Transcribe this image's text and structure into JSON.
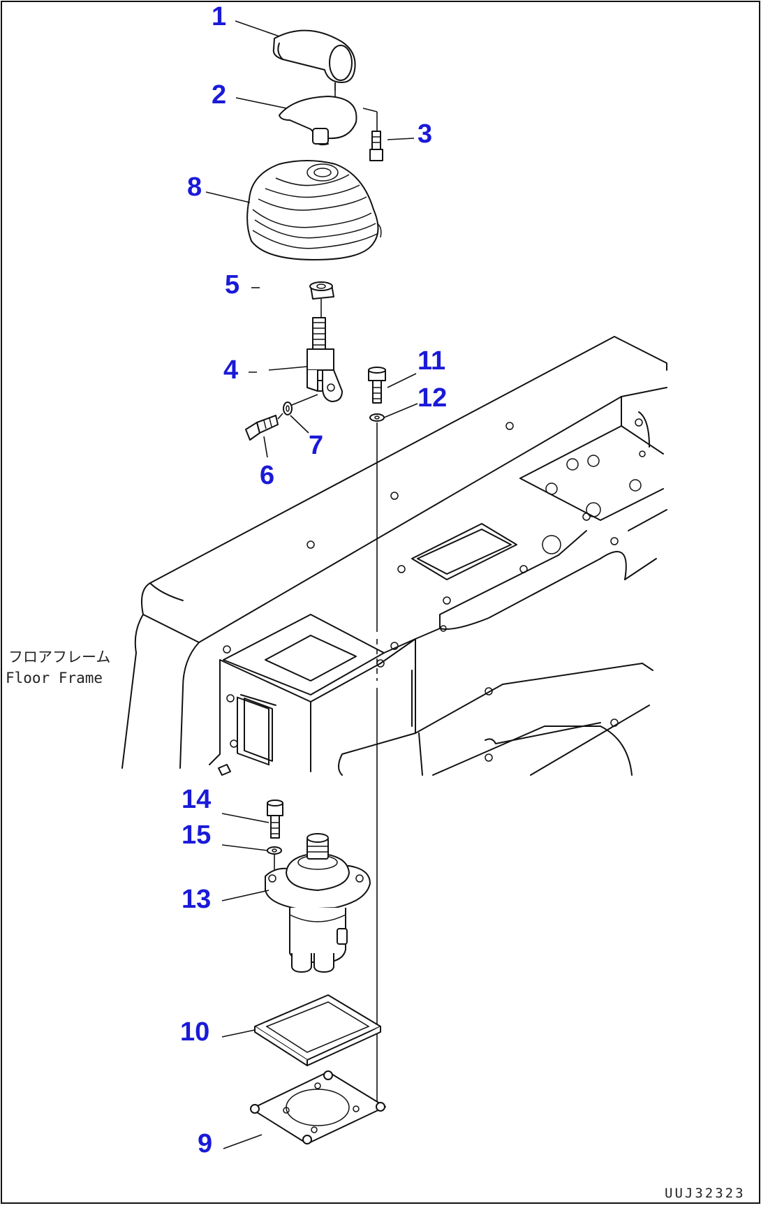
{
  "diagram": {
    "callout_color": "#1a1ad8",
    "callouts": [
      {
        "id": "c1",
        "text": "1"
      },
      {
        "id": "c2",
        "text": "2"
      },
      {
        "id": "c3",
        "text": "3"
      },
      {
        "id": "c8",
        "text": "8"
      },
      {
        "id": "c5",
        "text": "5"
      },
      {
        "id": "c4",
        "text": "4"
      },
      {
        "id": "c11",
        "text": "11"
      },
      {
        "id": "c12",
        "text": "12"
      },
      {
        "id": "c7",
        "text": "7"
      },
      {
        "id": "c6",
        "text": "6"
      },
      {
        "id": "c14",
        "text": "14"
      },
      {
        "id": "c15",
        "text": "15"
      },
      {
        "id": "c13",
        "text": "13"
      },
      {
        "id": "c10",
        "text": "10"
      },
      {
        "id": "c9",
        "text": "9"
      }
    ],
    "frame_label_jp": "フロアフレーム",
    "frame_label_en": "Floor Frame",
    "drawing_code": "UUJ32323"
  }
}
